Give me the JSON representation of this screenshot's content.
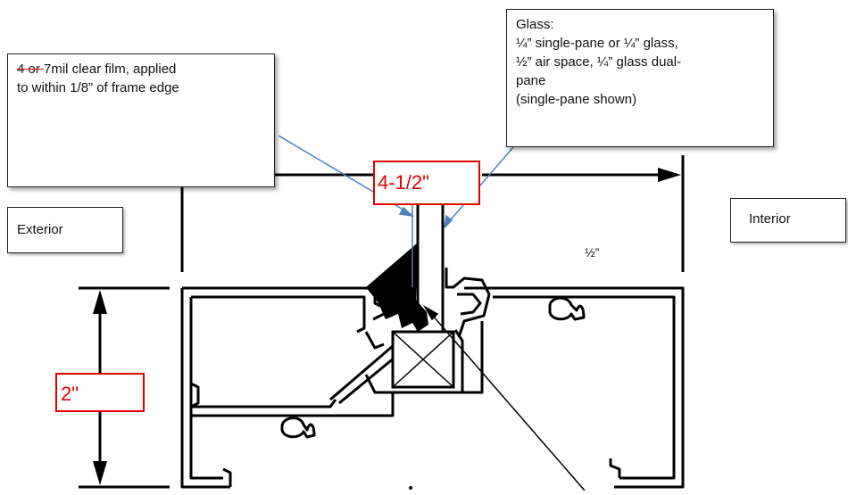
{
  "film_note": {
    "strike_text": "4 or ",
    "line1": "7mil clear film, applied",
    "line2": "to within 1/8” of frame edge"
  },
  "glass_note": {
    "lines": [
      "Glass:",
      "¼” single-pane or ¼” glass,",
      "½” air space, ¼” glass dual-",
      "pane",
      "(single-pane shown)"
    ]
  },
  "labels": {
    "exterior": "Exterior",
    "interior": "Interior",
    "half_inch": "½”"
  },
  "dimensions": {
    "width": "4-1/2\"",
    "height": "2\""
  },
  "colors": {
    "dimension_red": "#e00000",
    "leader_blue": "#4a7fc0",
    "line_black": "#000000"
  }
}
